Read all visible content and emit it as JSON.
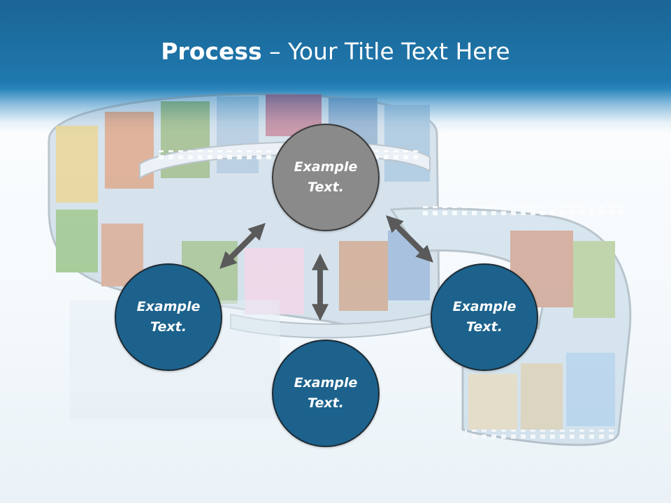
{
  "slide": {
    "title_bold": "Process",
    "title_rest": " – Your Title Text Here"
  },
  "nodes": {
    "top": "Example Text.",
    "left": "Example Text.",
    "bottom": "Example Text.",
    "right": "Example Text."
  },
  "colors": {
    "header": "#1f78ad",
    "node_blue": "#1c628d",
    "node_grey": "#8a8a8a",
    "arrow": "#5a5a5a"
  }
}
